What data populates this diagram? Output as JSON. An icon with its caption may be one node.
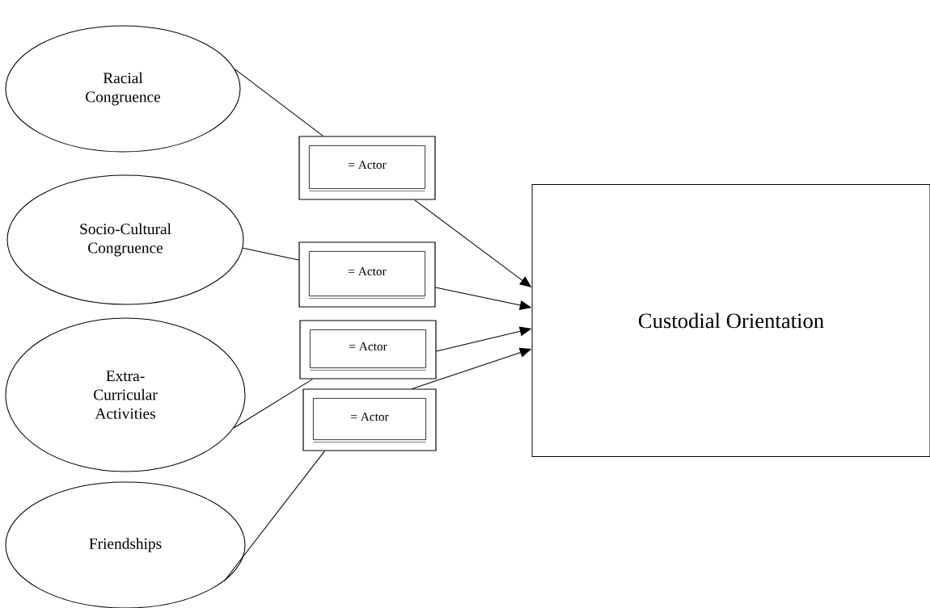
{
  "diagram": {
    "nodes": [
      {
        "text": [
          "Racial Congruence"
        ]
      },
      {
        "text": [
          "Socio-Cultural Congruence"
        ]
      },
      {
        "text": [
          "Extra- Curricular Activities"
        ]
      },
      {
        "text": [
          "Friendships"
        ]
      },
      {
        "text": [
          "= Actor"
        ]
      },
      {
        "text": [
          "= Actor"
        ]
      },
      {
        "text": [
          "= Actor"
        ]
      },
      {
        "text": [
          "= Actor"
        ]
      },
      {
        "text": [
          "Custodial Orientation"
        ]
      }
    ],
    "edges": [
      {
        "from": 0,
        "to": 4,
        "arrow": "none"
      },
      {
        "from": 4,
        "to": 8,
        "arrow": "to"
      },
      {
        "from": 1,
        "to": 5,
        "arrow": "none"
      },
      {
        "from": 5,
        "to": 8,
        "arrow": "to"
      },
      {
        "from": 2,
        "to": 6,
        "arrow": "none"
      },
      {
        "from": 6,
        "to": 8,
        "arrow": "to"
      },
      {
        "from": 3,
        "to": 7,
        "arrow": "none"
      },
      {
        "from": 7,
        "to": 8,
        "arrow": "to"
      }
    ]
  }
}
